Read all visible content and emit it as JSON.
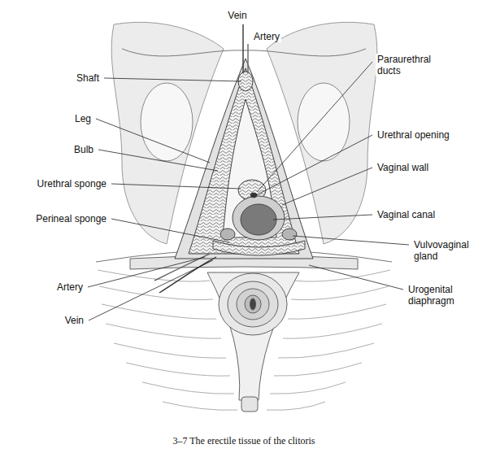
{
  "diagram": {
    "caption": "3–7 The erectile tissue of the clitoris",
    "labels": [
      "Vein",
      "Artery",
      "Shaft",
      "Leg",
      "Bulb",
      "Urethral sponge",
      "Perineal sponge",
      "Artery",
      "Vein",
      "Paraurethral ducts",
      "Urethral opening",
      "Vaginal wall",
      "Vaginal canal",
      "Vulvovaginal gland",
      "Urogenital diaphragm"
    ]
  }
}
